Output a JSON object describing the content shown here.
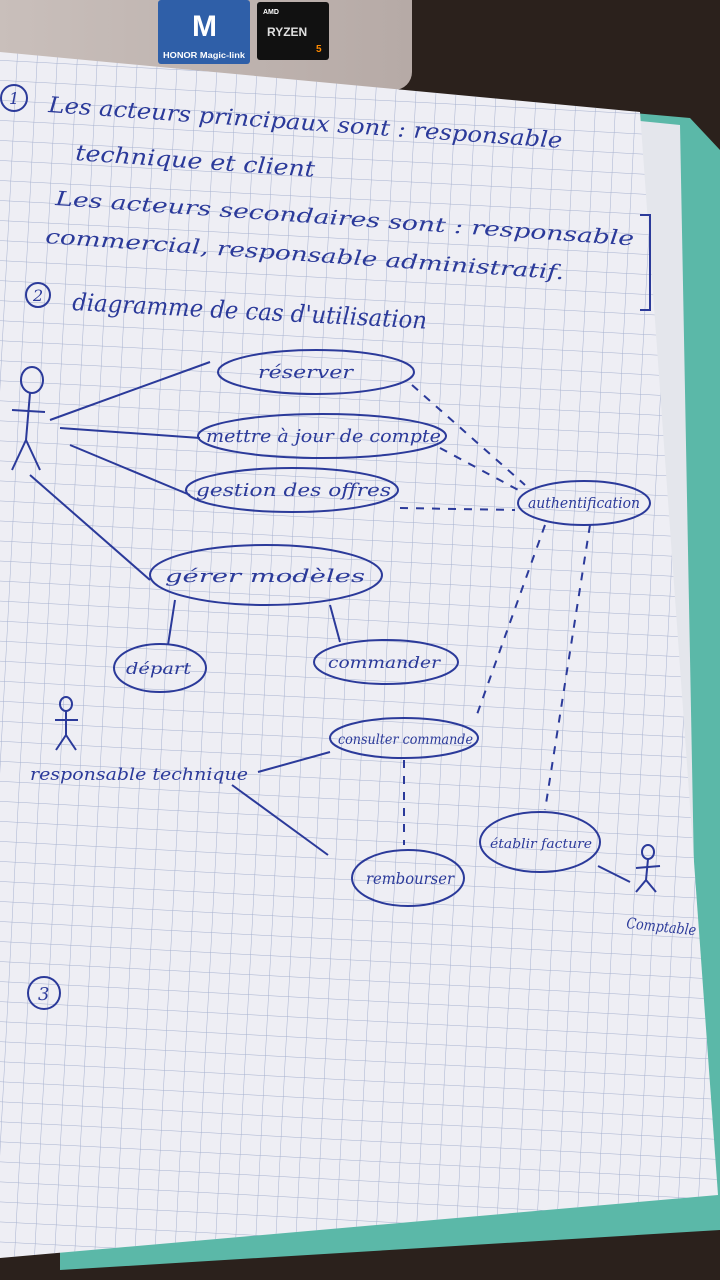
{
  "laptop": {
    "sticker_left": {
      "logo": "M",
      "label": "HONOR Magic-link"
    },
    "sticker_right": {
      "top": "AMD",
      "brand": "RYZEN",
      "model": "5"
    }
  },
  "notebook": {
    "section1_number": "1",
    "section1_line1": "Les acteurs principaux sont : responsable",
    "section1_line2": "technique et client",
    "section1_line3": "Les acteurs secondaires sont : responsable",
    "section1_line4": "commercial, responsable administratif.",
    "section2_number": "2",
    "section2_title": "diagramme de cas d'utilisation",
    "section3_number": "3"
  },
  "diagram": {
    "usecases": [
      "réserver",
      "mettre à jour de compte",
      "gestion des offres",
      "authentification",
      "gérer modèles",
      "départ",
      "commander",
      "consulter commande",
      "rembourser",
      "établir facture"
    ],
    "actors": {
      "responsable_technique": "responsable technique",
      "comptable": "Comptable"
    }
  },
  "colors": {
    "ink": "#2b3a9a",
    "paper": "#eeeef4",
    "grid": "#9aa6c8",
    "cover": "#5bb8a8"
  }
}
